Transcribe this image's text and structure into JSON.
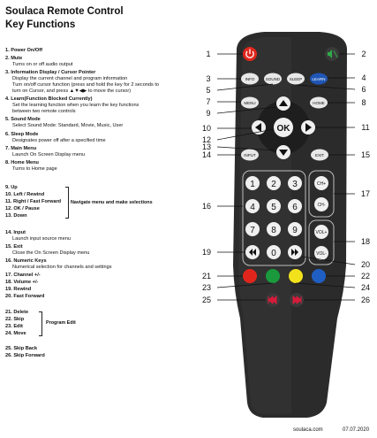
{
  "header": {
    "title": "Soulaca Remote Control",
    "subtitle": "Key Functions"
  },
  "functions": [
    {
      "n": "1",
      "head": "1. Power On/Off",
      "desc": []
    },
    {
      "n": "2",
      "head": "2. Mute",
      "desc": [
        "Turns on or off audio output"
      ]
    },
    {
      "n": "3",
      "head": "3. Information Display / Cursor Pointer",
      "desc": [
        "Display the current channel and program information",
        "Turn on/off cursor function (press and hold the key for 2 seconds to",
        "turn on Cursor, and press ▲▼◀▶ to move the cursor)"
      ]
    },
    {
      "n": "4",
      "head": "4. Learn(Function Blocked Currently)",
      "desc": [
        "Set the learning function when you learn the key functions",
        "between two remote controls"
      ]
    },
    {
      "n": "5",
      "head": "5. Sound Mode",
      "desc": [
        "Select Sound Mode: Standard, Movie, Music, User"
      ]
    },
    {
      "n": "6",
      "head": "6. Sleep Mode",
      "desc": [
        "Designates power off after a specified time"
      ]
    },
    {
      "n": "7",
      "head": "7. Main Menu",
      "desc": [
        "Launch On Screen Display menu"
      ]
    },
    {
      "n": "8",
      "head": "8. Home Menu",
      "desc": [
        "Turns to Home page"
      ]
    }
  ],
  "nav_group": {
    "items": [
      "9. Up",
      "10. Left / Rewind",
      "11. Right / Fast Forward",
      "12. OK / Pause",
      "13. Down"
    ],
    "label": "Navigate menu and make selections"
  },
  "functions2": [
    {
      "head": "14. Input",
      "desc": [
        "Launch input source menu"
      ]
    },
    {
      "head": "15. Exit",
      "desc": [
        "Close the On Screen Display menu"
      ]
    },
    {
      "head": "16. Numeric Keys",
      "desc": [
        "Numerical selection for channels and settings"
      ]
    },
    {
      "head": "17. Channel +/-",
      "desc": []
    },
    {
      "head": "18. Volume +/-",
      "desc": []
    },
    {
      "head": "19. Rewind",
      "desc": []
    },
    {
      "head": "20. Fast Forward",
      "desc": []
    }
  ],
  "program_group": {
    "items": [
      "21. Delete",
      "22. Skip",
      "23. Edit",
      "24. Move"
    ],
    "label": "Program Edit"
  },
  "functions3": [
    {
      "head": "25. Skip Back",
      "desc": []
    },
    {
      "head": "26. Skip Forward",
      "desc": []
    }
  ],
  "remote": {
    "buttons": {
      "info": "INFO",
      "sound": "SOUND",
      "sleep": "SLEEP",
      "learn": "LEARN",
      "menu": "MENU",
      "home": "HOME",
      "ok": "OK",
      "input": "INPUT",
      "exit": "EXIT",
      "ch_up": "CH+",
      "ch_down": "CH-",
      "vol_up": "VOL+",
      "vol_down": "VOL-",
      "digits": [
        "1",
        "2",
        "3",
        "4",
        "5",
        "6",
        "7",
        "8",
        "9",
        "0"
      ]
    },
    "callouts": {
      "left": [
        "1",
        "3",
        "5",
        "7",
        "9",
        "10",
        "12",
        "13",
        "14",
        "16",
        "19",
        "21",
        "23",
        "25"
      ],
      "right": [
        "2",
        "4",
        "6",
        "8",
        "11",
        "15",
        "17",
        "18",
        "20",
        "22",
        "24",
        "26"
      ]
    },
    "colors": {
      "body": "#2b2b2b",
      "power": "#e0261c",
      "mute_icon": "#2eaa4a",
      "learn": "#1f56b5",
      "red": "#e0261c",
      "green": "#1a9a3c",
      "yellow": "#f2e21b",
      "blue": "#1f5fc4",
      "skip_icon": "#d81b3a"
    }
  },
  "footer": {
    "url": "soulaca.com",
    "date": "07.07.2020"
  }
}
